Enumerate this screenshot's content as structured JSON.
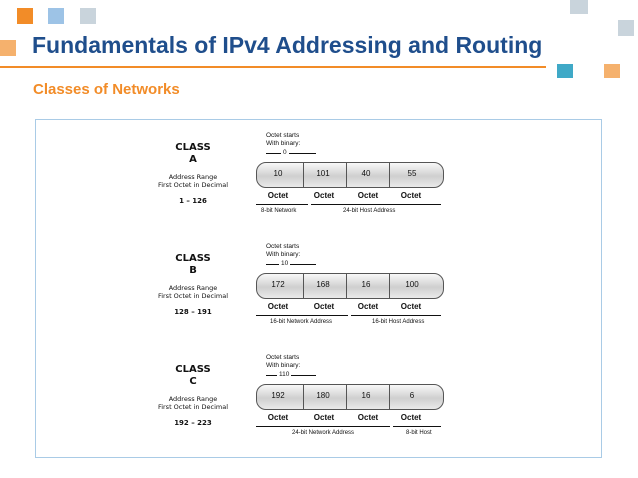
{
  "header": {
    "title": "Fundamentals of IPv4 Addressing and Routing",
    "subtitle": "Classes of Networks",
    "colors": {
      "title": "#1f4e8c",
      "accent": "#f28c28",
      "square_orange": "#f28c28",
      "square_blue": "#9dc3e6",
      "square_gray": "#c9d4dc",
      "square_teal": "#3fa9c7"
    }
  },
  "figure": {
    "address_range_label": "Address Range",
    "first_octet_label": "First Octet in Decimal",
    "octet_starts_label": "Octet starts",
    "with_binary_label": "With binary:",
    "octet_label": "Octet",
    "classes": [
      {
        "class_label": "CLASS",
        "letter": "A",
        "range": "1 – 126",
        "binary_prefix": "0",
        "values": [
          "10",
          "101",
          "40",
          "55"
        ],
        "network_part": "8-bit Network",
        "host_part": "24-bit Host Address"
      },
      {
        "class_label": "CLASS",
        "letter": "B",
        "range": "128 – 191",
        "binary_prefix": "10",
        "values": [
          "172",
          "168",
          "16",
          "100"
        ],
        "network_part": "16-bit Network Address",
        "host_part": "16-bit Host Address"
      },
      {
        "class_label": "CLASS",
        "letter": "C",
        "range": "192 – 223",
        "binary_prefix": "110",
        "values": [
          "192",
          "180",
          "16",
          "6"
        ],
        "network_part": "24-bit Network Address",
        "host_part": "8-bit Host"
      }
    ]
  }
}
